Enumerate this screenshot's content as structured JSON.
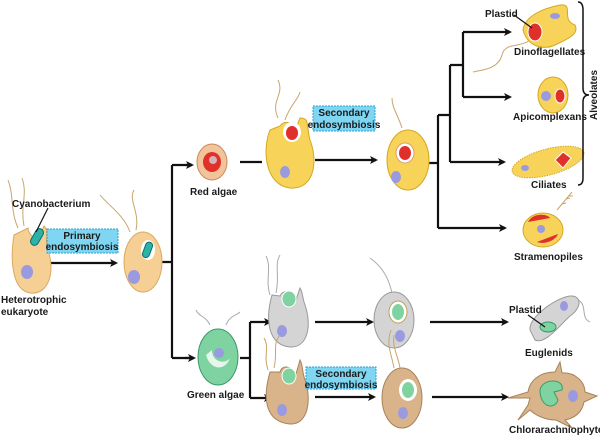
{
  "labels": {
    "cyanobacterium": "Cyanobacterium",
    "heterotrophic_1": "Heterotrophic",
    "heterotrophic_2": "eukaryote",
    "primary_1": "Primary",
    "primary_2": "endosymbiosis",
    "red_algae": "Red algae",
    "green_algae": "Green algae",
    "secondary_1": "Secondary",
    "secondary_2": "endosymbiosis",
    "plastid": "Plastid",
    "dinoflagellates": "Dinoflagellates",
    "apicomplexans": "Apicomplexans",
    "ciliates": "Ciliates",
    "stramenopiles": "Stramenopiles",
    "alveolates": "Alveolates",
    "euglenids": "Euglenids",
    "chlorarachniophytes": "Chlorarachniophytes"
  },
  "colors": {
    "heterotroph": "#f6cf95",
    "red_lineage_cell": "#f7d35a",
    "red_plastid": "#e0302a",
    "green_plastid": "#7fd3a0",
    "gray_cell": "#d4d4d4",
    "brown_cell": "#d9b48a",
    "nucleus": "#9a9ae0",
    "label_box": "#7fd6f2"
  }
}
